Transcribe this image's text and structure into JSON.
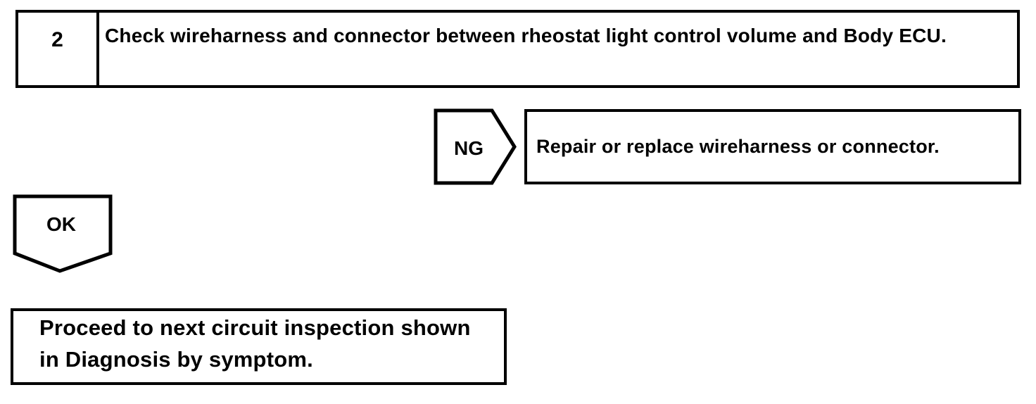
{
  "page": {
    "background_color": "#ffffff",
    "ink_color": "#000000"
  },
  "flowchart": {
    "step": {
      "number": "2",
      "instruction": "Check wireharness and connector between rheostat light control volume and Body ECU."
    },
    "ng": {
      "label": "NG",
      "action": "Repair or replace wireharness or connector."
    },
    "ok": {
      "label": "OK",
      "action": "Proceed to next circuit inspection shown in Diagnosis by symptom."
    }
  }
}
